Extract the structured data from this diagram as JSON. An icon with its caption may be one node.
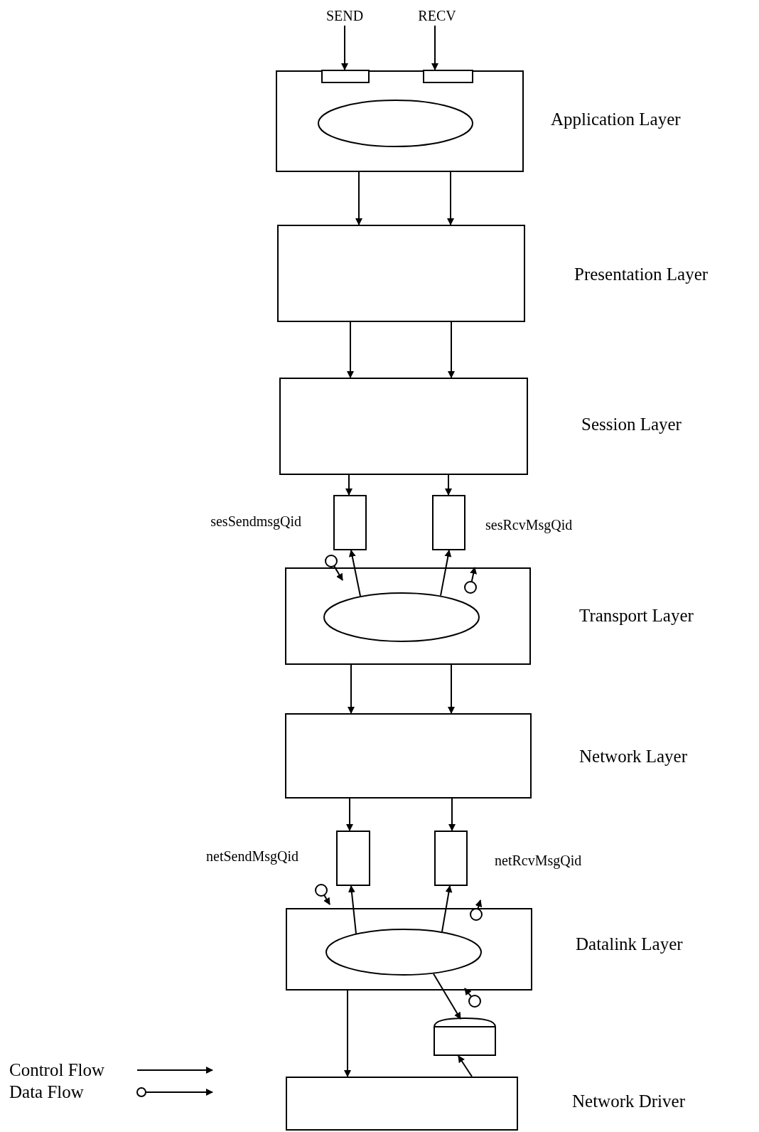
{
  "diagram": {
    "nodes": [
      {
        "text": [
          "SEND"
        ]
      },
      {
        "text": [
          "RECV"
        ]
      },
      {
        "text": [],
        "shape": "box",
        "beside": [
          "Application Layer"
        ]
      },
      {
        "text": [],
        "shape": "box",
        "in": 2
      },
      {
        "text": [],
        "shape": "box",
        "in": 2
      },
      {
        "text": [],
        "shape": "ellipse",
        "in": 2
      },
      {
        "text": [],
        "shape": "box",
        "beside": [
          "Presentation Layer"
        ]
      },
      {
        "text": [],
        "shape": "box",
        "beside": [
          "Session Layer"
        ]
      },
      {
        "text": [],
        "shape": "box",
        "beside": [
          "sesSendmsgQid"
        ]
      },
      {
        "text": [],
        "shape": "box",
        "beside": [
          "sesRcvMsgQid"
        ]
      },
      {
        "text": [],
        "shape": "box",
        "beside": [
          "Transport Layer"
        ]
      },
      {
        "text": [],
        "shape": "ellipse",
        "in": 10
      },
      {
        "text": [],
        "shape": "box",
        "beside": [
          "Network Layer"
        ]
      },
      {
        "text": [],
        "shape": "box",
        "beside": [
          "netSendMsgQid"
        ]
      },
      {
        "text": [],
        "shape": "box",
        "beside": [
          "netRcvMsgQid"
        ]
      },
      {
        "text": [],
        "shape": "box",
        "beside": [
          "Datalink Layer"
        ]
      },
      {
        "text": [],
        "shape": "ellipse",
        "in": 15
      },
      {
        "text": [],
        "shape": "cylinder"
      },
      {
        "text": [],
        "shape": "box",
        "beside": [
          "Network Driver"
        ]
      }
    ],
    "edges": [
      {
        "from": 0,
        "to": 3,
        "arrow": "to"
      },
      {
        "from": 1,
        "to": 4,
        "arrow": "to"
      },
      {
        "from": 2,
        "to": 6,
        "arrow": "to"
      },
      {
        "from": 2,
        "to": 6,
        "arrow": "to"
      },
      {
        "from": 6,
        "to": 7,
        "arrow": "to"
      },
      {
        "from": 6,
        "to": 7,
        "arrow": "to"
      },
      {
        "from": 7,
        "to": 8,
        "arrow": "to"
      },
      {
        "from": 7,
        "to": 9,
        "arrow": "to"
      },
      {
        "from": 11,
        "to": 8,
        "arrow": "to"
      },
      {
        "from": 11,
        "to": 9,
        "arrow": "to"
      },
      {
        "from": 10,
        "to": 12,
        "arrow": "to"
      },
      {
        "from": 10,
        "to": 12,
        "arrow": "to"
      },
      {
        "from": 12,
        "to": 13,
        "arrow": "to"
      },
      {
        "from": 12,
        "to": 14,
        "arrow": "to"
      },
      {
        "from": 16,
        "to": 13,
        "arrow": "to"
      },
      {
        "from": 16,
        "to": 14,
        "arrow": "to"
      },
      {
        "from": 16,
        "to": 17,
        "arrow": "to"
      },
      {
        "from": 15,
        "to": 18,
        "arrow": "to"
      },
      {
        "from": 18,
        "to": 17,
        "arrow": "to"
      }
    ],
    "legend": [
      {
        "text": "Control Flow"
      },
      {
        "text": "Data Flow"
      }
    ]
  }
}
